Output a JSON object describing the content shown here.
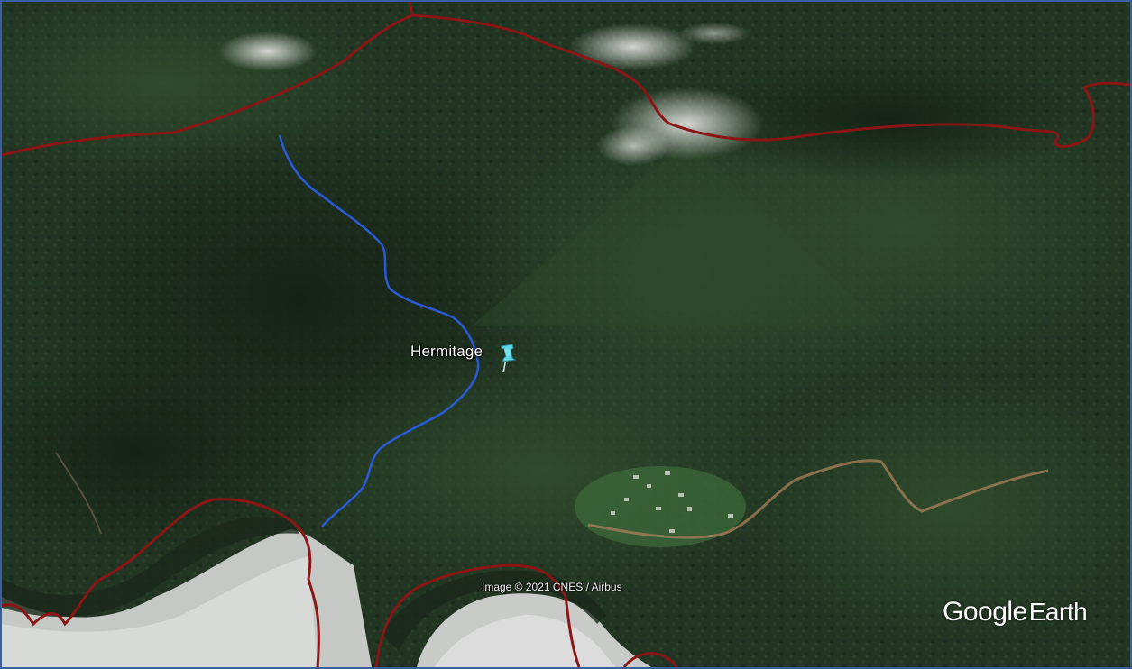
{
  "map": {
    "placemark": {
      "label": "Hermitage",
      "icon": "pushpin-icon",
      "color": "#5fd6e6"
    },
    "credit": "Image © 2021 CNES / Airbus",
    "brand": {
      "word1": "Google",
      "word2": "Earth"
    },
    "boundary_color": "#8b1414",
    "river_color": "#2a5ad8"
  }
}
